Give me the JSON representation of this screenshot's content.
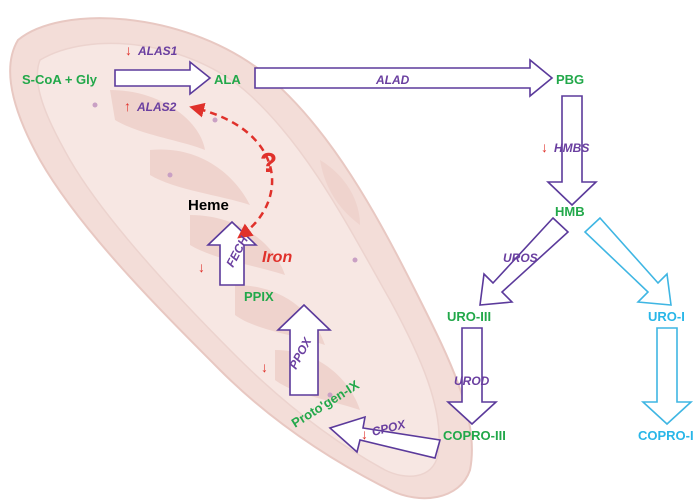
{
  "metabolites": {
    "scoa_gly": "S-CoA + Gly",
    "ala": "ALA",
    "pbg": "PBG",
    "hmb": "HMB",
    "uro3": "URO-III",
    "uro1": "URO-I",
    "copro3": "COPRO-III",
    "copro1": "COPRO-I",
    "protogen": "Proto'gen-IX",
    "ppix": "PPIX",
    "heme": "Heme",
    "iron": "Iron"
  },
  "enzymes": {
    "alas1": "ALAS1",
    "alas2": "ALAS2",
    "alad": "ALAD",
    "hmbs": "HMBS",
    "uros": "UROS",
    "urod": "UROD",
    "cpox": "CPOX",
    "ppox": "PPOX",
    "fech": "FECH"
  },
  "regulation": {
    "alas1": "↓",
    "alas2": "↑",
    "hmbs": "↓",
    "cpox": "↓",
    "ppox": "↓",
    "fech": "↓"
  },
  "unknown_link": "?",
  "colors": {
    "metabolite": "#22a84a",
    "metabolite_alt": "#29b6e8",
    "enzyme": "#6a3fa0",
    "regulation": "#e0312b",
    "arrow_main": "#5b3a9b",
    "arrow_alt": "#3fb6e3",
    "mitochondrion": "#f3ddd8"
  }
}
